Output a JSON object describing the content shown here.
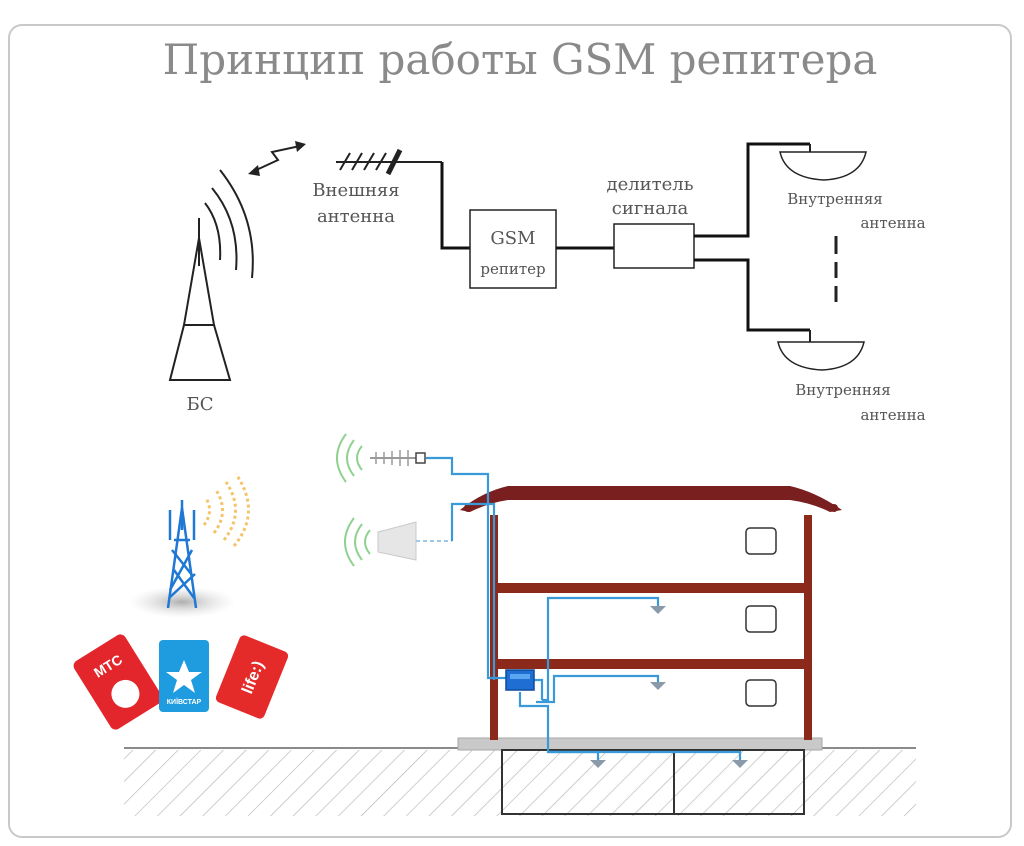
{
  "title": "Принцип работы GSM репитера",
  "top_diagram": {
    "bs_label": "БС",
    "external_antenna": [
      "Внешняя",
      "антенна"
    ],
    "repeater": [
      "GSM",
      "репитер"
    ],
    "splitter": [
      "делитель",
      "сигнала"
    ],
    "internal_antenna_1": [
      "Внутренняя",
      "антенна"
    ],
    "internal_antenna_2": [
      "Внутренняя",
      "антенна"
    ]
  },
  "sim_cards": {
    "mts": "МТС",
    "kyivstar": "КИЇВСТАР",
    "life": "life:)"
  },
  "colors": {
    "cable": "#3a9ad9",
    "roof": "#7a1f1f",
    "frame_wood": "#8b2a1a",
    "mts_red": "#e3262b",
    "kyivstar_blue": "#1f9be0",
    "life_red": "#e52a2a"
  }
}
